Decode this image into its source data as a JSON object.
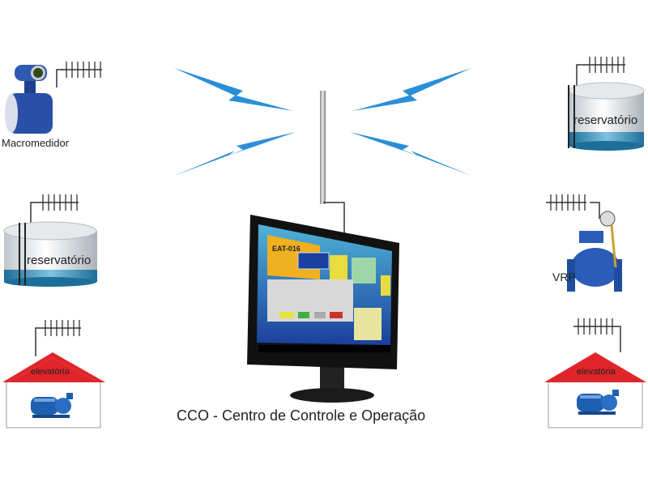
{
  "caption": "CCO - Centro de Controle e Operação",
  "nodes": {
    "macromedidor": "Macromedidor",
    "reservatorio_left": "reservatório",
    "reservatorio_right": "reservatório",
    "vrp": "VRP",
    "elevatoria_left": "elevatória",
    "elevatoria_right": "elevatória"
  },
  "screen": {
    "station_title": "EAT-016"
  },
  "colors": {
    "signal": "#2a8fd6",
    "roof": "#e0252a",
    "pump": "#1f5fb0",
    "water": "#3f8fb8"
  }
}
